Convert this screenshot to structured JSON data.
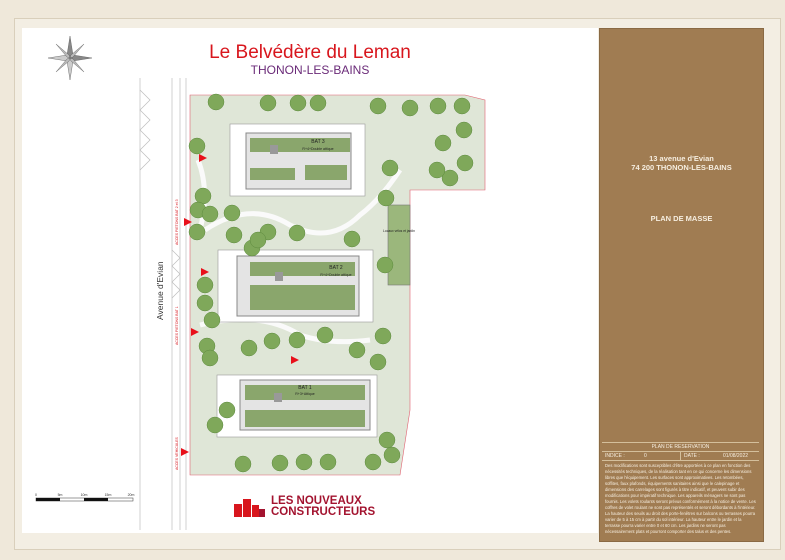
{
  "header": {
    "title": "Le Belvédère du Leman",
    "subtitle": "THONON-LES-BAINS"
  },
  "sidebar": {
    "address_line1": "13 avenue d'Evian",
    "address_line2": "74 200 THONON-LES-BAINS",
    "plan_title": "PLAN DE MASSE",
    "reservation": {
      "heading": "PLAN DE RESERVATION",
      "indice_label": "INDICE :",
      "indice_value": "0",
      "date_label": "DATE :",
      "date_value": "01/08/2022",
      "note": "Des modifications sont susceptibles d'être apportées à ce plan en fonction des nécessités techniques, de la réalisation tant en ce qui concerne les dimensions libres que l'équipement. Les surfaces sont approximatives. Les retombées, soffites, faux plafonds, équipements sanitaires ainsi que le calepinage et dimensions des carrelages sont figurés à titre indicatif, et peuvent subir des modifications pour impératif technique. Les appareils ménagers ne sont pas fournis. Les volets roulants seront prévus conformément à la notice de vente. Les coffres de volet roulant ne sont pas représentés et seront débordants à l'intérieur. La hauteur des seuils au droit des porte-fenêtres sur balcons ou terrasses pourra varier de 5 à 15 cm à partir du sol intérieur. La hauteur entre le jardin et la terrasse pourra varier entre 0 et 60 cm. Les jardins ne seront pas nécessairement plats et pourront comporter des talus et des pentes."
    }
  },
  "plan": {
    "street_label": "Avenue d'Evian",
    "buildings": [
      {
        "name": "BAT 3",
        "levels": "R+4+Double attique"
      },
      {
        "name": "BAT 2",
        "levels": "R+4+Double attique"
      },
      {
        "name": "BAT 1",
        "levels": "R+3+Attique"
      }
    ],
    "access_labels": [
      "ACCES PIETONS BAT 2 et 3",
      "ACCES PIETONS BAT 1",
      "ACCES VEHICULES"
    ],
    "bike_room_label": "Locaux vélos et jardin",
    "scale_ticks": [
      "0",
      "5m",
      "10m",
      "15m",
      "20m"
    ]
  },
  "logo": {
    "line1": "LES NOUVEAUX",
    "line2": "CONSTRUCTEURS"
  },
  "colors": {
    "brand_red": "#d8161d",
    "subtitle_purple": "#6a2a78",
    "panel_brown": "#a07c52",
    "access_marker": "#e8101a",
    "vegetation": "#7fa85a"
  }
}
